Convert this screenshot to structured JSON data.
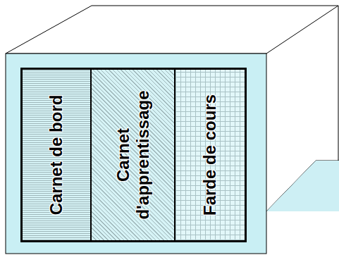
{
  "diagram": {
    "nodes": [
      {
        "text": [
          "Carnet de bord"
        ]
      },
      {
        "text": [
          "Carnet d'apprentissage"
        ]
      },
      {
        "text": [
          "Farde de cours"
        ]
      }
    ]
  }
}
